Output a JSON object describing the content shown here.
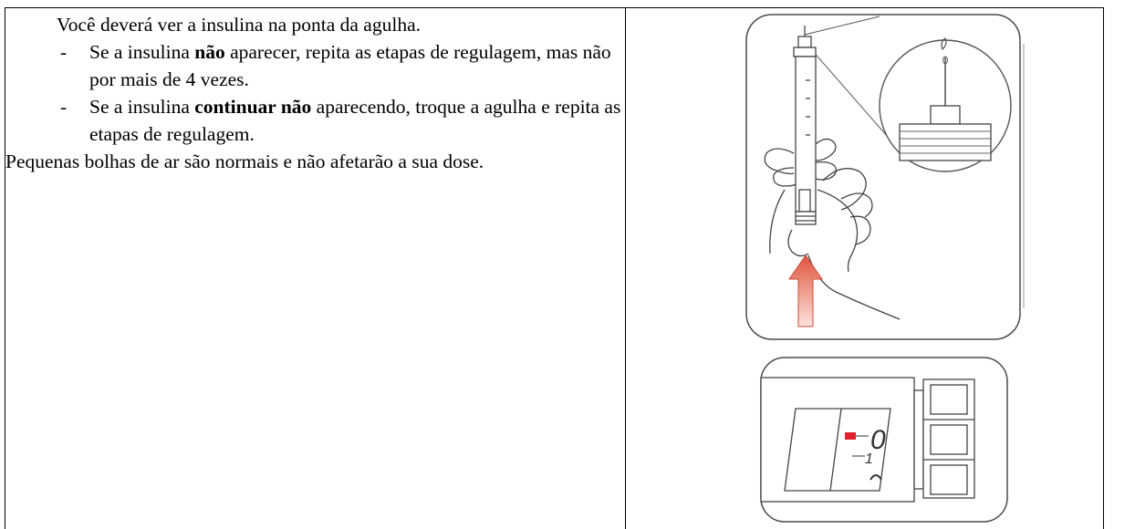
{
  "instructions": {
    "intro": "Você deverá ver a insulina na ponta da agulha.",
    "bullets": [
      {
        "dash": "-",
        "prefix": "Se a insulina ",
        "bold": "não",
        "suffix": " aparecer, repita as etapas de regulagem, mas não por mais de 4 vezes."
      },
      {
        "dash": "-",
        "prefix": "Se a insulina ",
        "bold": "continuar não",
        "suffix": " aparecendo, troque a agulha e repita as etapas de regulagem."
      }
    ],
    "note": "Pequenas bolhas de ar são normais e não afetarão a sua dose."
  },
  "illustrations": {
    "dose_counter_digit_top": "0",
    "dose_counter_digit_mid": "1",
    "arrow_color": "#e0553f",
    "marker_color": "#e0202a",
    "line_color": "#3a3a3a"
  }
}
